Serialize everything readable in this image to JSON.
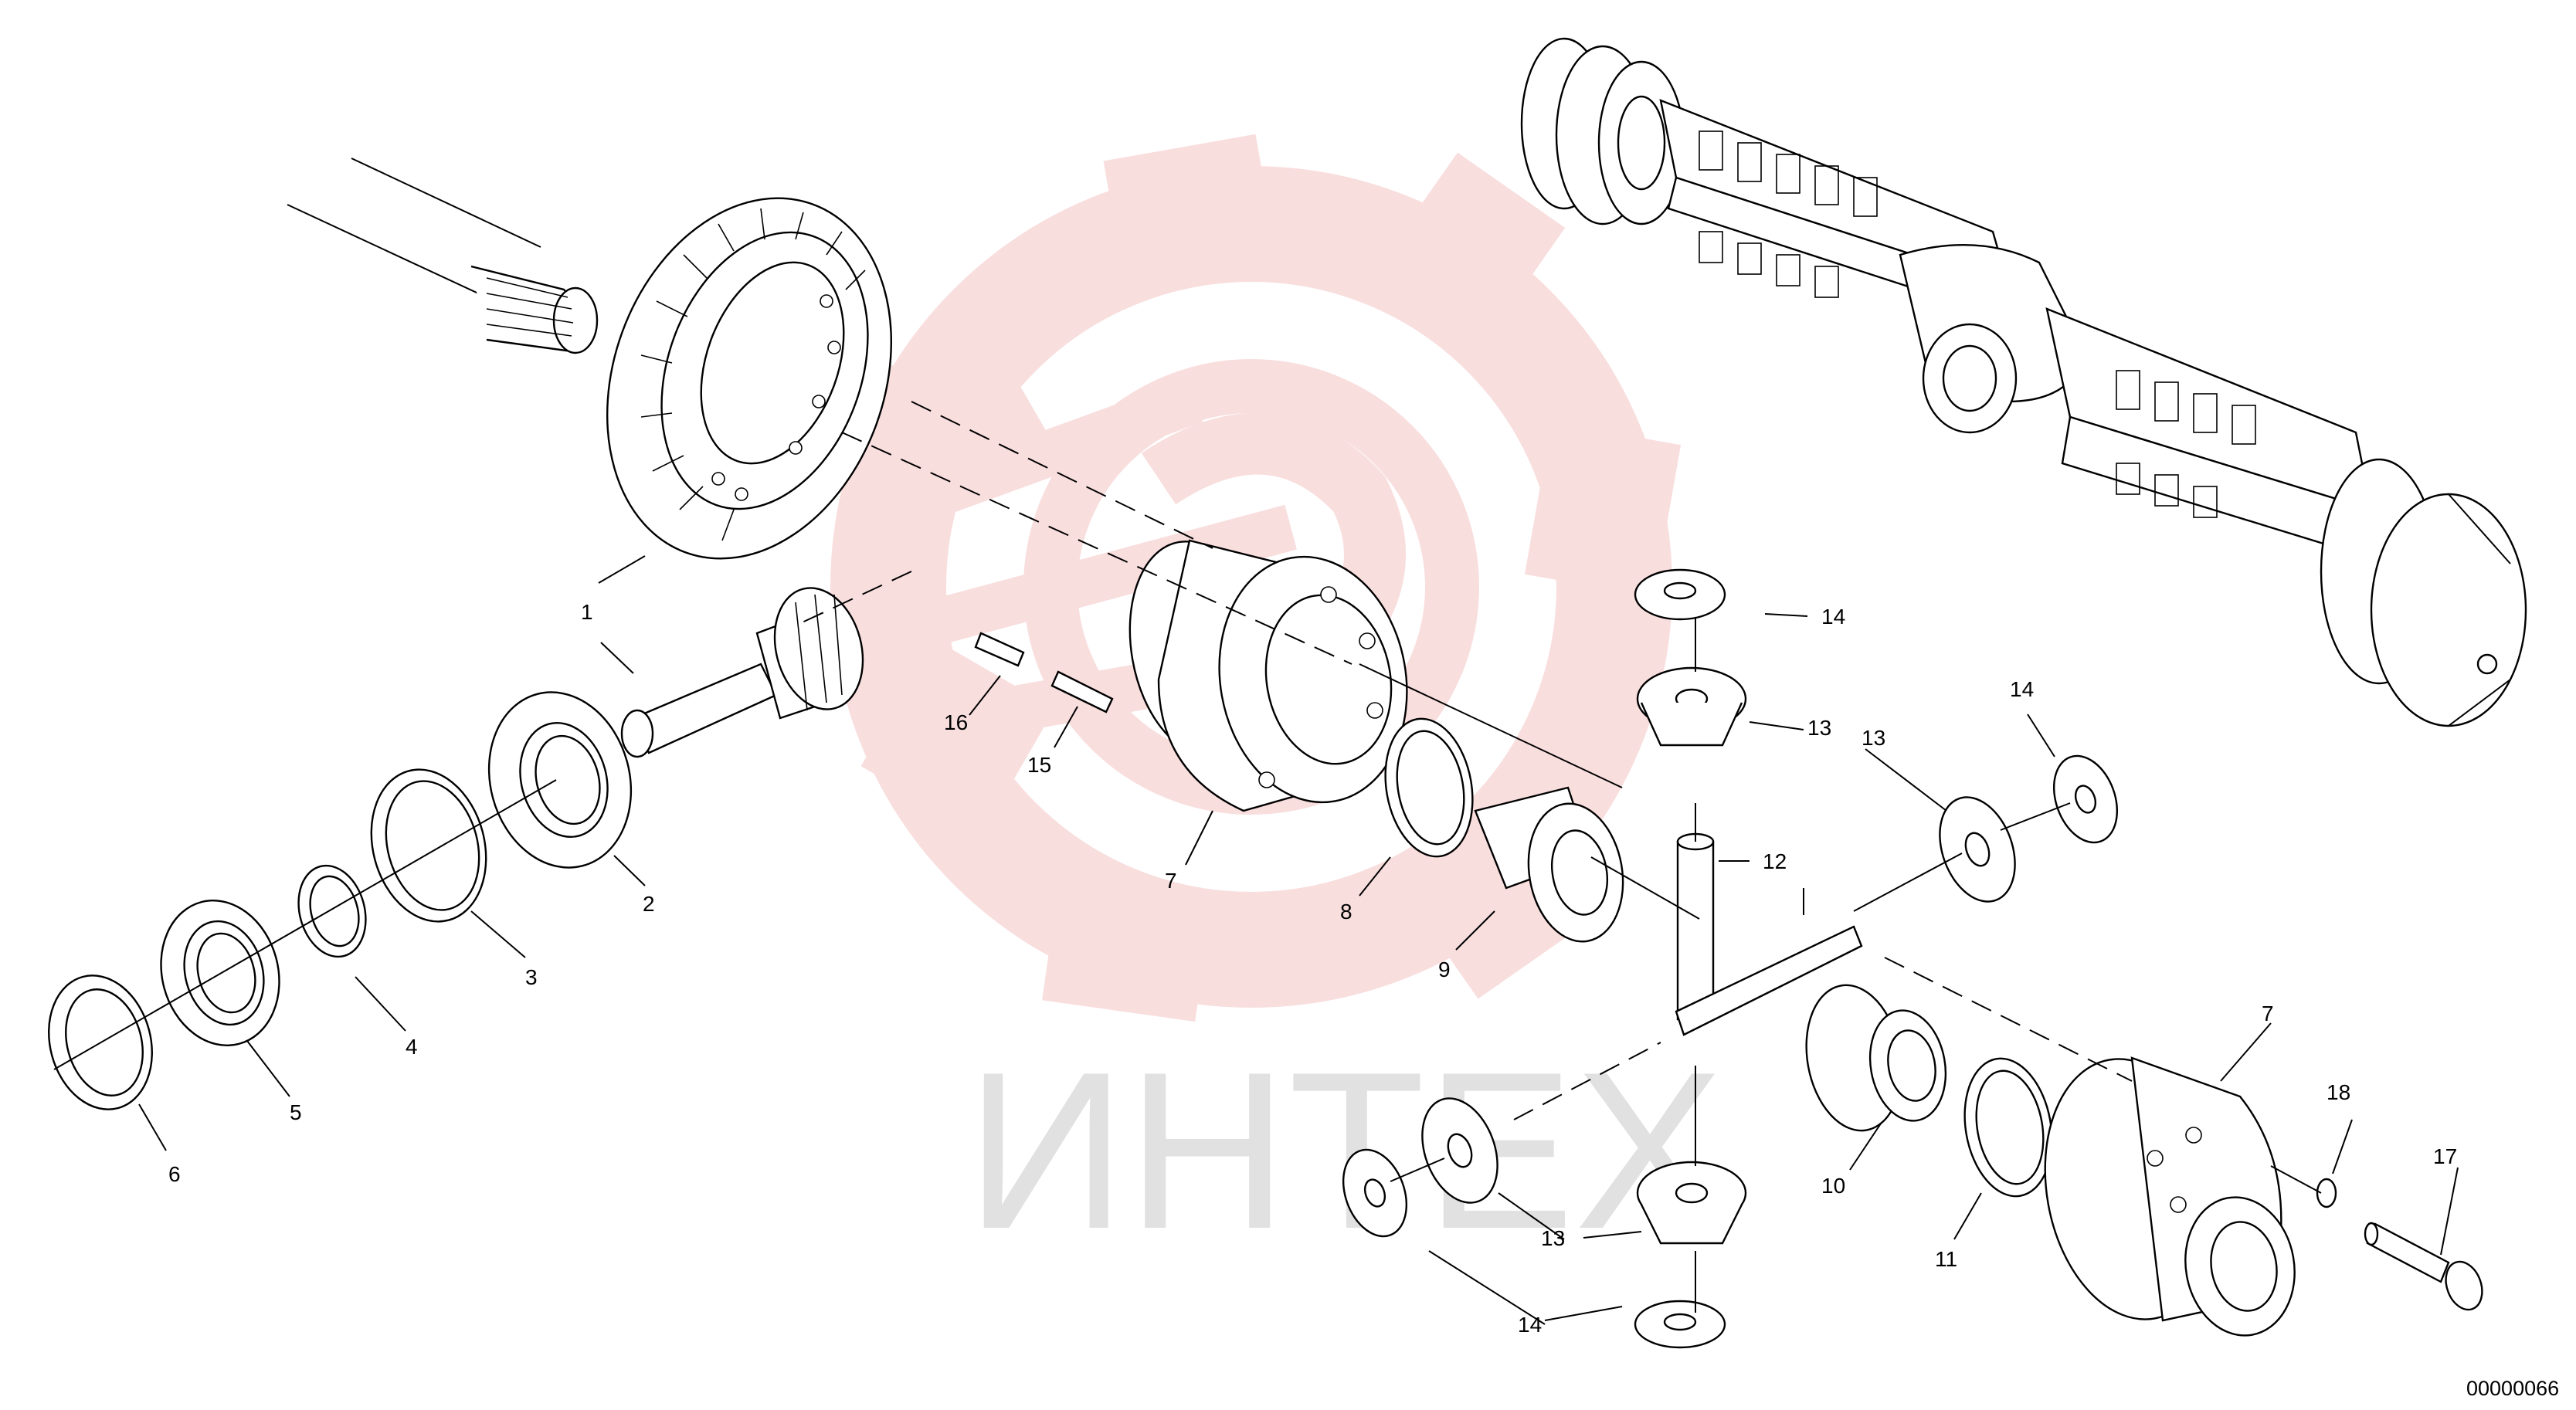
{
  "diagram": {
    "colors": {
      "line": "#000000",
      "watermark": "#f4c4c4",
      "watermark_text": "#d9d9d9"
    },
    "watermark": {
      "text": "ИНТЕХ",
      "kind": "logo"
    },
    "document_id": "00000066",
    "callouts": [
      {
        "id": "c1",
        "text": "1"
      },
      {
        "id": "c2",
        "text": "2"
      },
      {
        "id": "c3",
        "text": "3"
      },
      {
        "id": "c4",
        "text": "4"
      },
      {
        "id": "c5",
        "text": "5"
      },
      {
        "id": "c6",
        "text": "6"
      },
      {
        "id": "c7a",
        "text": "7"
      },
      {
        "id": "c7b",
        "text": "7"
      },
      {
        "id": "c8",
        "text": "8"
      },
      {
        "id": "c9",
        "text": "9"
      },
      {
        "id": "c10",
        "text": "10"
      },
      {
        "id": "c11",
        "text": "11"
      },
      {
        "id": "c12",
        "text": "12"
      },
      {
        "id": "c13a",
        "text": "13"
      },
      {
        "id": "c13b",
        "text": "13"
      },
      {
        "id": "c13c",
        "text": "13"
      },
      {
        "id": "c14a",
        "text": "14"
      },
      {
        "id": "c14b",
        "text": "14"
      },
      {
        "id": "c14c",
        "text": "14"
      },
      {
        "id": "c15",
        "text": "15"
      },
      {
        "id": "c16",
        "text": "16"
      },
      {
        "id": "c17",
        "text": "17"
      },
      {
        "id": "c18",
        "text": "18"
      }
    ]
  }
}
